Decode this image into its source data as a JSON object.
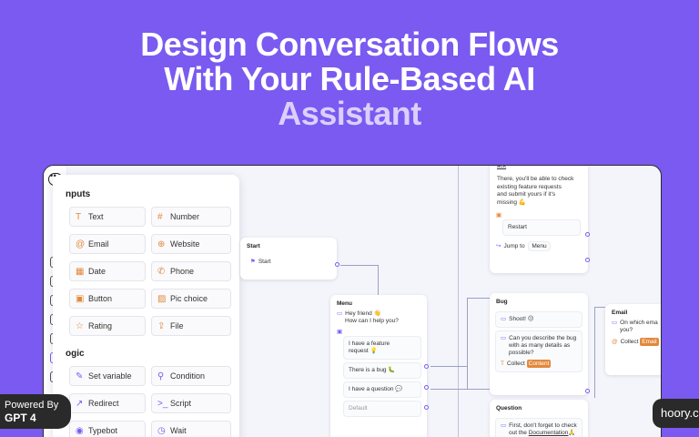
{
  "headline": {
    "line1": "Design Conversation Flows",
    "line2": "With Your Rule-Based AI",
    "line3": "Assistant"
  },
  "panel": {
    "inputs_heading": "nputs",
    "inputs": [
      {
        "label": "Text",
        "icon": "T"
      },
      {
        "label": "Number",
        "icon": "#"
      },
      {
        "label": "Email",
        "icon": "@"
      },
      {
        "label": "Website",
        "icon": "⊕"
      },
      {
        "label": "Date",
        "icon": "▦"
      },
      {
        "label": "Phone",
        "icon": "✆"
      },
      {
        "label": "Button",
        "icon": "▣"
      },
      {
        "label": "Pic choice",
        "icon": "▨"
      },
      {
        "label": "Rating",
        "icon": "☆"
      },
      {
        "label": "File",
        "icon": "⇪"
      }
    ],
    "logic_heading": "ogic",
    "logic": [
      {
        "label": "Set variable",
        "icon": "✎"
      },
      {
        "label": "Condition",
        "icon": "⚲"
      },
      {
        "label": "Redirect",
        "icon": "↗"
      },
      {
        "label": "Script",
        "icon": ">_"
      },
      {
        "label": "Typebot",
        "icon": "◉"
      },
      {
        "label": "Wait",
        "icon": "◷"
      }
    ]
  },
  "nodes": {
    "start": {
      "title": "Start",
      "item": "Start"
    },
    "menu": {
      "title": "Menu",
      "greeting_l1": "Hey friend 👋",
      "greeting_l2": "How can I help you?",
      "opt1_l1": "I have a feature",
      "opt1_l2": "request 💡",
      "opt2": "There is a bug 🐛",
      "opt3": "I have a question 💬",
      "default": "Default"
    },
    "top": {
      "link": "ack",
      "msg_l1": "There, you'll be able to check",
      "msg_l2": "existing feature requests",
      "msg_l3": "and submit yours if it's",
      "msg_l4": "missing 💪",
      "restart": "Restart",
      "jump": "Jump to",
      "jump_target": "Menu"
    },
    "bug": {
      "title": "Bug",
      "msg1": "Shoot! 😐",
      "msg2_l1": "Can you describe the bug",
      "msg2_l2": "with as many details as",
      "msg2_l3": "possible?",
      "collect": "Collect",
      "collect_var": "Content"
    },
    "question": {
      "title": "Question",
      "msg_l1": "First, don't forget to check",
      "msg_l2_pre": "out the ",
      "msg_l2_link": "Documentation",
      "msg_l2_post": "🙏"
    },
    "email": {
      "title": "Email",
      "msg_l1": "On which ema",
      "msg_l2": "you?",
      "collect": "Collect",
      "collect_var": "Email"
    }
  },
  "badges": {
    "powered_l1": "Powered By",
    "powered_l2": "GPT 4",
    "brand": "hoory.c"
  },
  "colors": {
    "background": "#7a5af0",
    "accent": "#7a5af0",
    "variable_tag": "#e2883c"
  }
}
